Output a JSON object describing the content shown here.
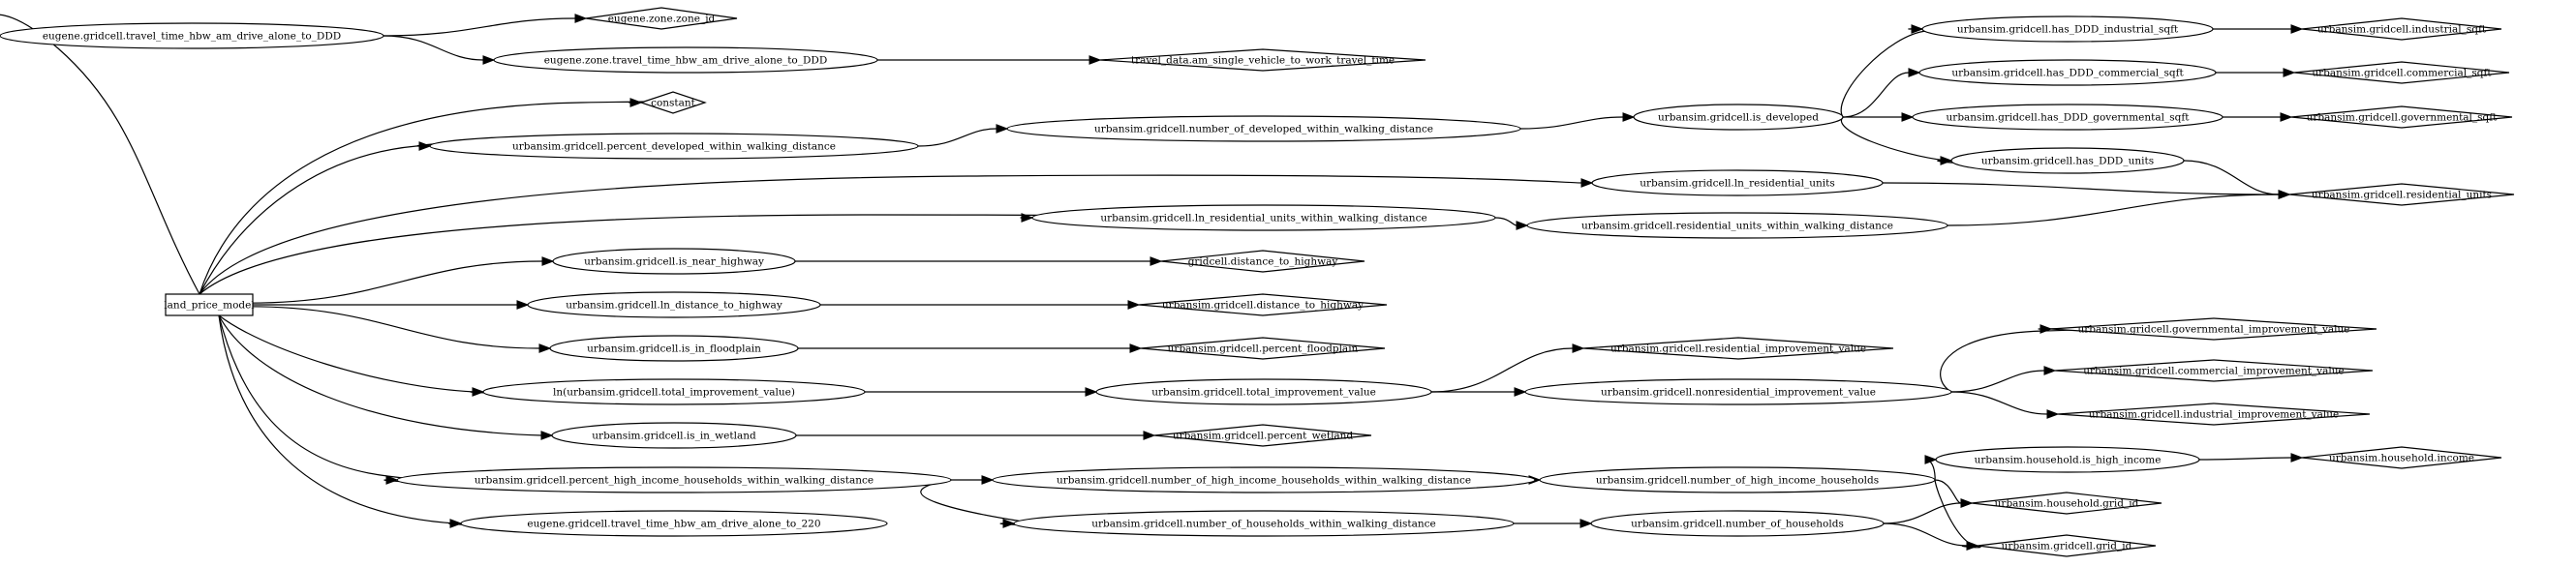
{
  "diagram": {
    "nodes": {
      "land_price_model": {
        "label": "land_price_model",
        "shape": "box"
      },
      "eugene_gc_travel_ddd": {
        "label": "eugene.gridcell.travel_time_hbw_am_drive_alone_to_DDD",
        "shape": "ellipse"
      },
      "eugene_zone_zone_id": {
        "label": "eugene.zone.zone_id",
        "shape": "diamond"
      },
      "eugene_zone_travel_ddd": {
        "label": "eugene.zone.travel_time_hbw_am_drive_alone_to_DDD",
        "shape": "ellipse"
      },
      "travel_data_single_vehicle": {
        "label": "travel_data.am_single_vehicle_to_work_travel_time",
        "shape": "diamond"
      },
      "constant": {
        "label": "constant",
        "shape": "diamond"
      },
      "pct_developed_wwd": {
        "label": "urbansim.gridcell.percent_developed_within_walking_distance",
        "shape": "ellipse"
      },
      "num_developed_wwd": {
        "label": "urbansim.gridcell.number_of_developed_within_walking_distance",
        "shape": "ellipse"
      },
      "is_developed": {
        "label": "urbansim.gridcell.is_developed",
        "shape": "ellipse"
      },
      "has_ddd_industrial": {
        "label": "urbansim.gridcell.has_DDD_industrial_sqft",
        "shape": "ellipse"
      },
      "industrial_sqft": {
        "label": "urbansim.gridcell.industrial_sqft",
        "shape": "diamond"
      },
      "has_ddd_commercial": {
        "label": "urbansim.gridcell.has_DDD_commercial_sqft",
        "shape": "ellipse"
      },
      "commercial_sqft": {
        "label": "urbansim.gridcell.commercial_sqft",
        "shape": "diamond"
      },
      "has_ddd_governmental": {
        "label": "urbansim.gridcell.has_DDD_governmental_sqft",
        "shape": "ellipse"
      },
      "governmental_sqft": {
        "label": "urbansim.gridcell.governmental_sqft",
        "shape": "diamond"
      },
      "has_ddd_units": {
        "label": "urbansim.gridcell.has_DDD_units",
        "shape": "ellipse"
      },
      "ln_residential_units": {
        "label": "urbansim.gridcell.ln_residential_units",
        "shape": "ellipse"
      },
      "residential_units": {
        "label": "urbansim.gridcell.residential_units",
        "shape": "diamond"
      },
      "ln_res_units_wwd": {
        "label": "urbansim.gridcell.ln_residential_units_within_walking_distance",
        "shape": "ellipse"
      },
      "res_units_wwd": {
        "label": "urbansim.gridcell.residential_units_within_walking_distance",
        "shape": "ellipse"
      },
      "is_near_highway": {
        "label": "urbansim.gridcell.is_near_highway",
        "shape": "ellipse"
      },
      "gc_distance_to_highway": {
        "label": "gridcell.distance_to_highway",
        "shape": "diamond"
      },
      "ln_distance_to_highway": {
        "label": "urbansim.gridcell.ln_distance_to_highway",
        "shape": "ellipse"
      },
      "u_distance_to_highway": {
        "label": "urbansim.gridcell.distance_to_highway",
        "shape": "diamond"
      },
      "is_in_floodplain": {
        "label": "urbansim.gridcell.is_in_floodplain",
        "shape": "ellipse"
      },
      "percent_floodplain": {
        "label": "urbansim.gridcell.percent_floodplain",
        "shape": "diamond"
      },
      "ln_total_improvement": {
        "label": "ln(urbansim.gridcell.total_improvement_value)",
        "shape": "ellipse"
      },
      "total_improvement": {
        "label": "urbansim.gridcell.total_improvement_value",
        "shape": "ellipse"
      },
      "residential_improvement": {
        "label": "urbansim.gridcell.residential_improvement_value",
        "shape": "diamond"
      },
      "nonresidential_improvement": {
        "label": "urbansim.gridcell.nonresidential_improvement_value",
        "shape": "ellipse"
      },
      "governmental_improvement": {
        "label": "urbansim.gridcell.governmental_improvement_value",
        "shape": "diamond"
      },
      "commercial_improvement": {
        "label": "urbansim.gridcell.commercial_improvement_value",
        "shape": "diamond"
      },
      "industrial_improvement": {
        "label": "urbansim.gridcell.industrial_improvement_value",
        "shape": "diamond"
      },
      "is_in_wetland": {
        "label": "urbansim.gridcell.is_in_wetland",
        "shape": "ellipse"
      },
      "percent_wetland": {
        "label": "urbansim.gridcell.percent_wetland",
        "shape": "diamond"
      },
      "pct_high_income_wwd": {
        "label": "urbansim.gridcell.percent_high_income_households_within_walking_distance",
        "shape": "ellipse"
      },
      "num_high_income_wwd": {
        "label": "urbansim.gridcell.number_of_high_income_households_within_walking_distance",
        "shape": "ellipse"
      },
      "num_high_income": {
        "label": "urbansim.gridcell.number_of_high_income_households",
        "shape": "ellipse"
      },
      "hh_is_high_income": {
        "label": "urbansim.household.is_high_income",
        "shape": "ellipse"
      },
      "hh_income": {
        "label": "urbansim.household.income",
        "shape": "diamond"
      },
      "hh_grid_id": {
        "label": "urbansim.household.grid_id",
        "shape": "diamond"
      },
      "gc_grid_id": {
        "label": "urbansim.gridcell.grid_id",
        "shape": "diamond"
      },
      "num_households_wwd": {
        "label": "urbansim.gridcell.number_of_households_within_walking_distance",
        "shape": "ellipse"
      },
      "num_households": {
        "label": "urbansim.gridcell.number_of_households",
        "shape": "ellipse"
      },
      "eugene_gc_travel_220": {
        "label": "eugene.gridcell.travel_time_hbw_am_drive_alone_to_220",
        "shape": "ellipse"
      }
    },
    "edges": [
      [
        "land_price_model",
        "eugene_gc_travel_ddd"
      ],
      [
        "eugene_gc_travel_ddd",
        "eugene_zone_zone_id"
      ],
      [
        "eugene_gc_travel_ddd",
        "eugene_zone_travel_ddd"
      ],
      [
        "eugene_zone_travel_ddd",
        "travel_data_single_vehicle"
      ],
      [
        "land_price_model",
        "constant"
      ],
      [
        "land_price_model",
        "pct_developed_wwd"
      ],
      [
        "pct_developed_wwd",
        "num_developed_wwd"
      ],
      [
        "num_developed_wwd",
        "is_developed"
      ],
      [
        "is_developed",
        "has_ddd_industrial"
      ],
      [
        "has_ddd_industrial",
        "industrial_sqft"
      ],
      [
        "is_developed",
        "has_ddd_commercial"
      ],
      [
        "has_ddd_commercial",
        "commercial_sqft"
      ],
      [
        "is_developed",
        "has_ddd_governmental"
      ],
      [
        "has_ddd_governmental",
        "governmental_sqft"
      ],
      [
        "is_developed",
        "has_ddd_units"
      ],
      [
        "has_ddd_units",
        "residential_units"
      ],
      [
        "land_price_model",
        "ln_residential_units"
      ],
      [
        "ln_residential_units",
        "residential_units"
      ],
      [
        "land_price_model",
        "ln_res_units_wwd"
      ],
      [
        "ln_res_units_wwd",
        "res_units_wwd"
      ],
      [
        "res_units_wwd",
        "residential_units"
      ],
      [
        "land_price_model",
        "is_near_highway"
      ],
      [
        "is_near_highway",
        "gc_distance_to_highway"
      ],
      [
        "land_price_model",
        "ln_distance_to_highway"
      ],
      [
        "ln_distance_to_highway",
        "u_distance_to_highway"
      ],
      [
        "land_price_model",
        "is_in_floodplain"
      ],
      [
        "is_in_floodplain",
        "percent_floodplain"
      ],
      [
        "land_price_model",
        "ln_total_improvement"
      ],
      [
        "ln_total_improvement",
        "total_improvement"
      ],
      [
        "total_improvement",
        "residential_improvement"
      ],
      [
        "total_improvement",
        "nonresidential_improvement"
      ],
      [
        "nonresidential_improvement",
        "governmental_improvement"
      ],
      [
        "nonresidential_improvement",
        "commercial_improvement"
      ],
      [
        "nonresidential_improvement",
        "industrial_improvement"
      ],
      [
        "land_price_model",
        "is_in_wetland"
      ],
      [
        "is_in_wetland",
        "percent_wetland"
      ],
      [
        "land_price_model",
        "pct_high_income_wwd"
      ],
      [
        "pct_high_income_wwd",
        "num_high_income_wwd"
      ],
      [
        "pct_high_income_wwd",
        "num_households_wwd"
      ],
      [
        "num_high_income_wwd",
        "num_high_income"
      ],
      [
        "num_high_income",
        "hh_is_high_income"
      ],
      [
        "hh_is_high_income",
        "hh_income"
      ],
      [
        "num_high_income",
        "hh_grid_id"
      ],
      [
        "num_high_income",
        "gc_grid_id"
      ],
      [
        "num_households_wwd",
        "num_households"
      ],
      [
        "num_households",
        "hh_grid_id"
      ],
      [
        "num_households",
        "gc_grid_id"
      ],
      [
        "land_price_model",
        "eugene_gc_travel_220"
      ]
    ]
  }
}
